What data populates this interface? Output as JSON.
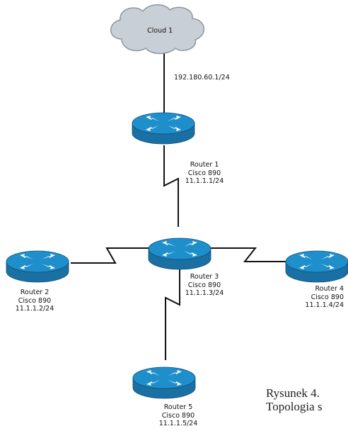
{
  "cloud": {
    "label": "Cloud 1"
  },
  "uplink": {
    "ip": "192.180.60.1/24"
  },
  "routers": [
    {
      "name": "Router 1",
      "model": "Cisco 890",
      "ip": "11.1.1.1/24"
    },
    {
      "name": "Router 2",
      "model": "Cisco 890",
      "ip": "11.1.1.2/24"
    },
    {
      "name": "Router 3",
      "model": "Cisco 890",
      "ip": "11.1.1.3/24"
    },
    {
      "name": "Router 4",
      "model": "Cisco 890",
      "ip": "11.1.1.4/24"
    },
    {
      "name": "Router 5",
      "model": "Cisco 890",
      "ip": "11.1.1.5/24"
    }
  ],
  "caption": {
    "line1": "Rysunek 4.",
    "line2": "Topologia s"
  },
  "colors": {
    "router_top": "#1f8fcc",
    "router_body": "#1a6fa3",
    "router_arrow": "#ffffff",
    "cloud_fill": "#c9cfd6",
    "cloud_stroke": "#8e969f",
    "link": "#111111"
  }
}
